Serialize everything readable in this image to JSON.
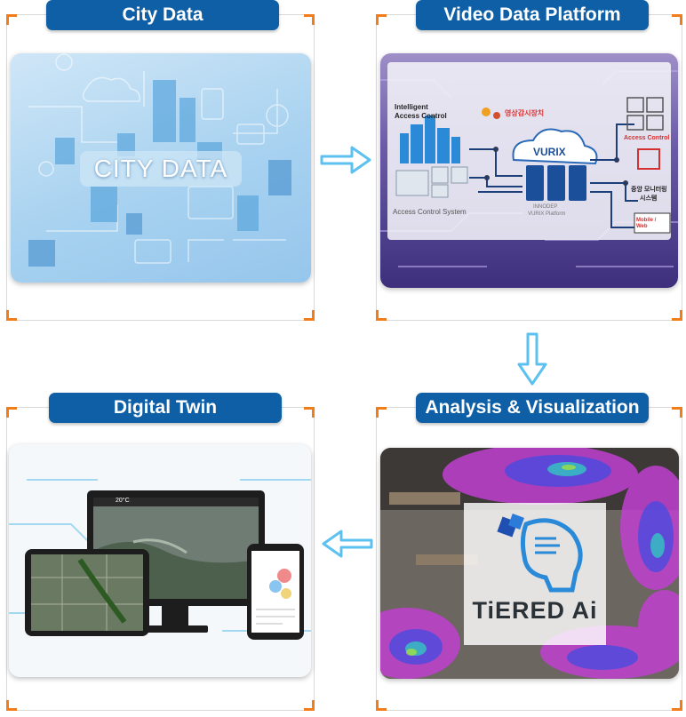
{
  "panels": {
    "city_data": {
      "title": "City Data",
      "image_text": "CITY DATA"
    },
    "video_platform": {
      "title": "Video Data Platform",
      "labels": {
        "intelligent_access": "Intelligent\nAccess Control",
        "video_device": "영상감시장치",
        "access_control_system": "Access Control System",
        "vurix_logo": "VURIX",
        "vurix_platform_line1": "INNODEP",
        "vurix_platform_line2": "VURIX Platform",
        "access_control": "Access Control",
        "monitoring_line1": "중앙 모니터링",
        "monitoring_line2": "시스템",
        "mobile_web": "Mobile / Web"
      }
    },
    "analysis": {
      "title": "Analysis & Visualization",
      "logo_text": "TiERED Ai"
    },
    "digital_twin": {
      "title": "Digital Twin",
      "screen_temp": "20°C"
    }
  },
  "colors": {
    "title_bg": "#0f5fa6",
    "corner": "#f07c1a",
    "arrow": "#5cc0f0"
  }
}
